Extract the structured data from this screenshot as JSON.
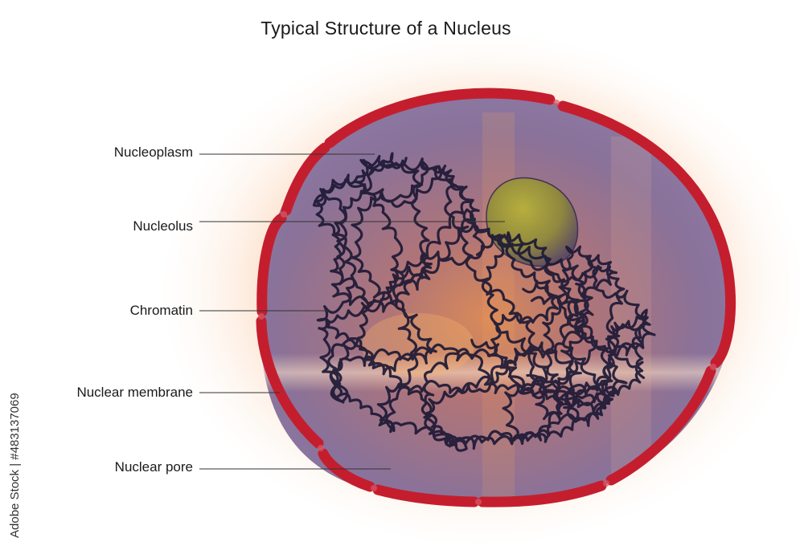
{
  "title": "Typical Structure of a Nucleus",
  "labels": {
    "nucleoplasm": "Nucleoplasm",
    "nucleolus": "Nucleolus",
    "chromatin": "Chromatin",
    "nuclear_membrane": "Nuclear membrane",
    "nuclear_pore": "Nuclear pore"
  },
  "watermark": "Adobe Stock | #483137069",
  "colors": {
    "membrane": "#c41e2e",
    "nucleoplasm": "#8a6a9a",
    "nucleolus": "#a8a23a",
    "chromatin": "#1e1a36",
    "glow": "#f4a26a"
  }
}
